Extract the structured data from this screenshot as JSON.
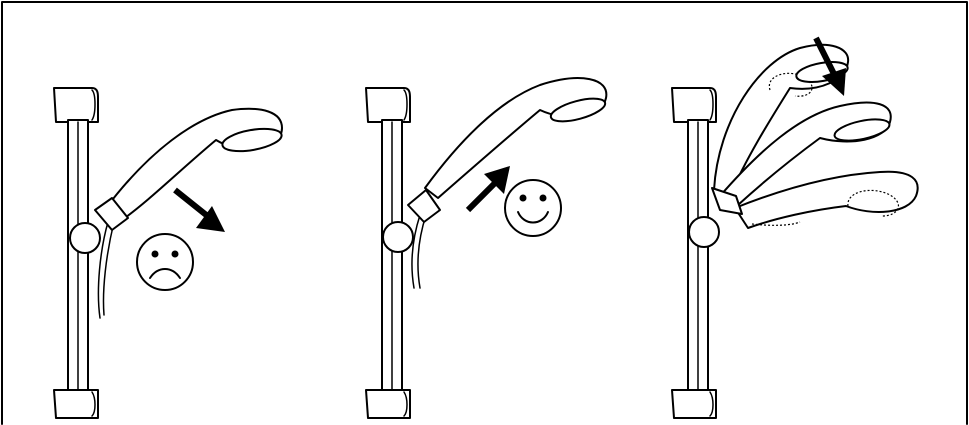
{
  "figure": {
    "panels": [
      {
        "id": "panel-1",
        "state": "incorrect",
        "symbol": "sad-face-icon",
        "arrow": "down-right-arrow-icon"
      },
      {
        "id": "panel-2",
        "state": "correct",
        "symbol": "smiley-face-icon",
        "arrow": "up-right-arrow-icon"
      },
      {
        "id": "panel-3",
        "state": "adjustable-positions",
        "positions": 3,
        "arrow": "down-arrow-icon"
      }
    ],
    "colors": {
      "ink": "#000000",
      "background": "#ffffff"
    }
  }
}
